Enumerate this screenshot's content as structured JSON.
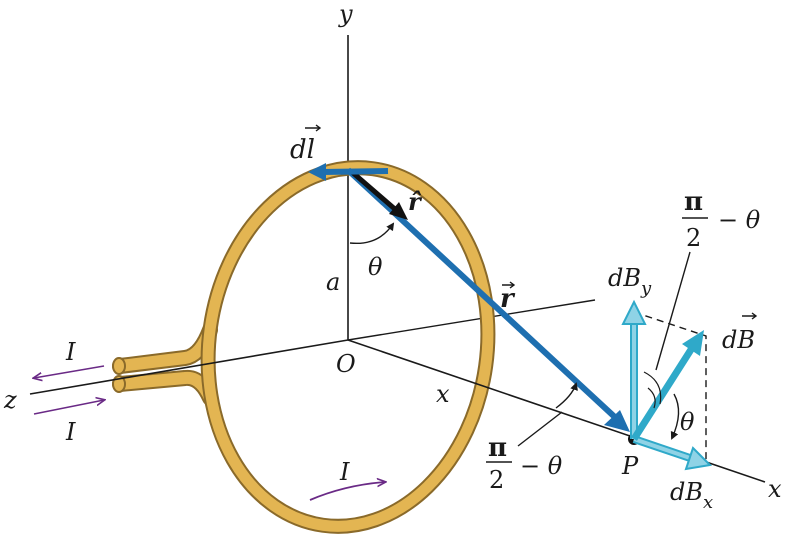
{
  "labels": {
    "y_axis": "y",
    "x_axis": "x",
    "z_axis": "z",
    "origin": "O",
    "point": "P",
    "radius": "a",
    "distance_x": "x",
    "dl": "dl",
    "r_hat": "r̂",
    "r_vec": "r",
    "theta_top": "θ",
    "theta_field": "θ",
    "dB": "dB",
    "dBy": "dB",
    "dBy_sub": "y",
    "dBx": "dB",
    "dBx_sub": "x",
    "current_top": "I",
    "current_bottom": "I",
    "current_loop": "I",
    "pi": "π",
    "two": "2",
    "minus_theta": "− θ"
  },
  "colors": {
    "loop_fill": "#e3b552",
    "loop_outline": "#8a6a2a",
    "r_vector": "#1e6fb0",
    "field_vector": "#2fa9c9",
    "field_component": "#8fd3e6",
    "current_arrow": "#6a2a86",
    "axis": "#1a1a1a"
  }
}
